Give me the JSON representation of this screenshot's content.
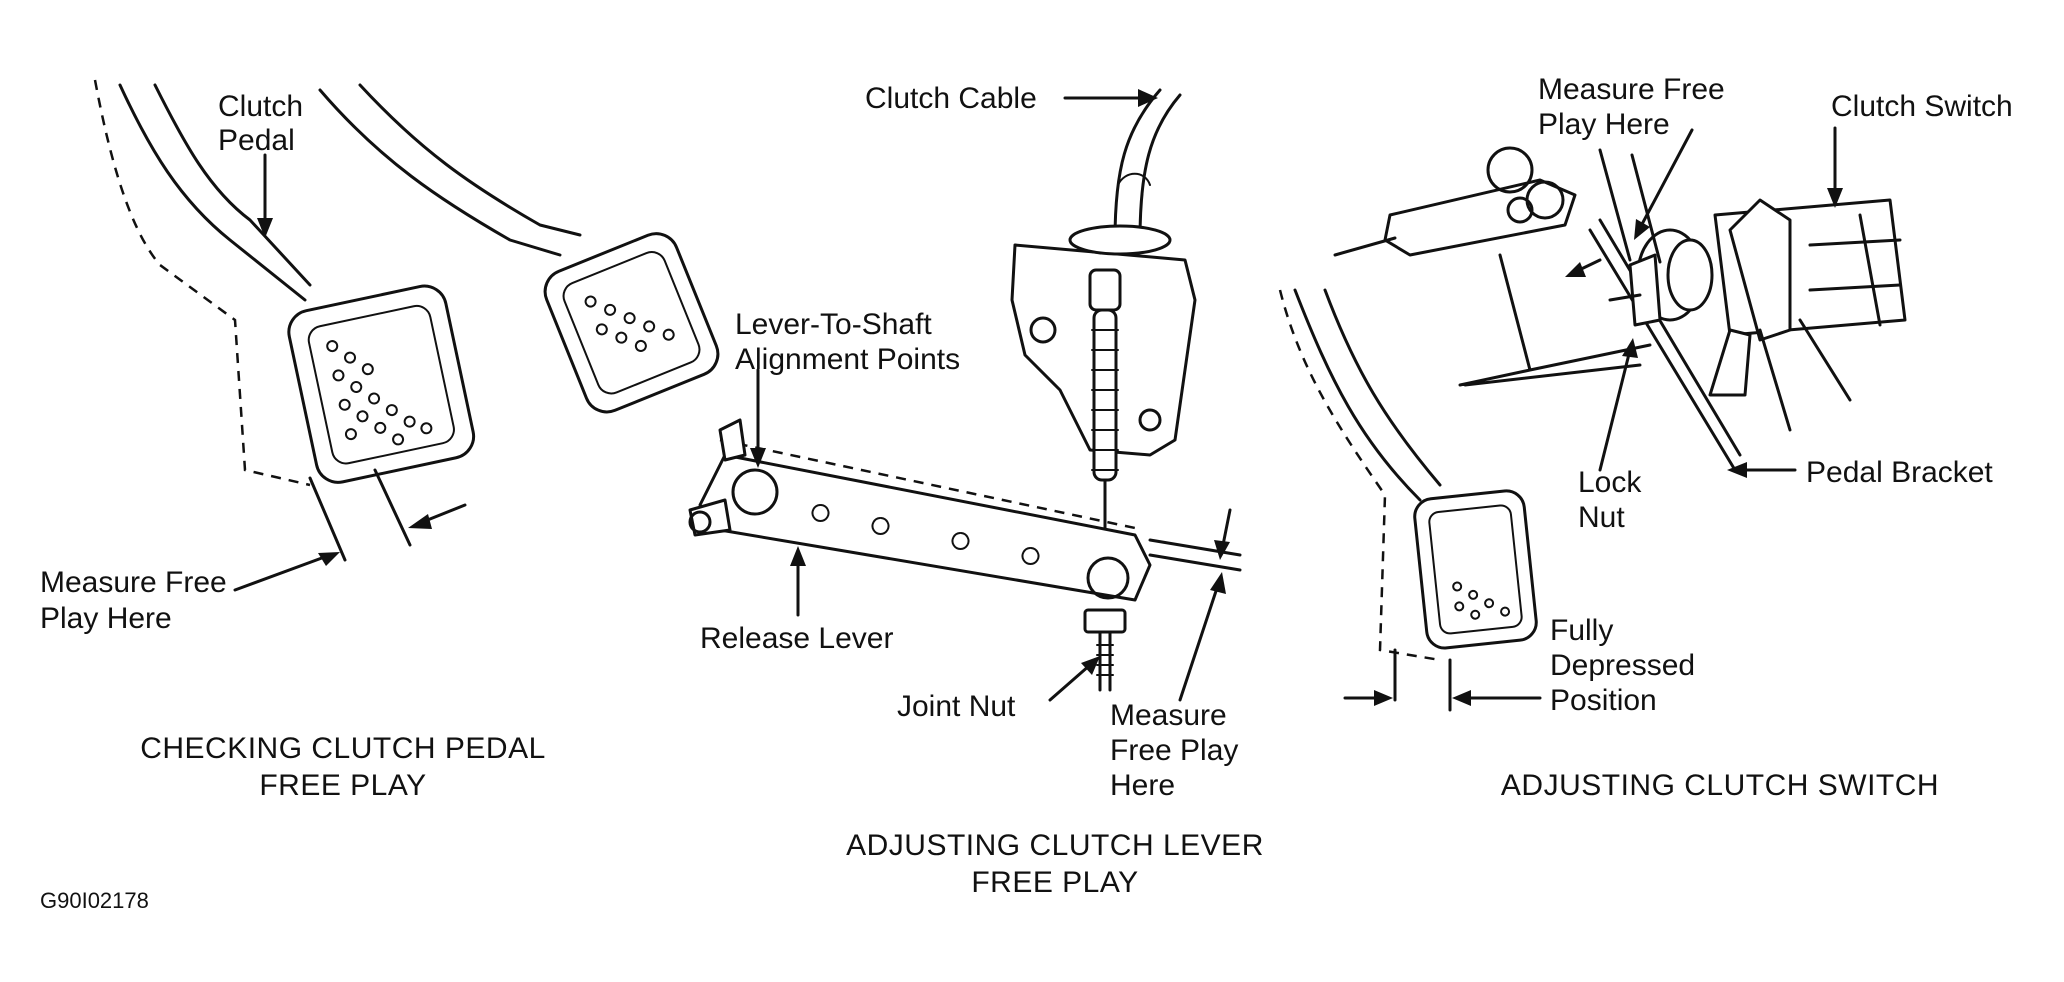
{
  "panels": {
    "left": {
      "caption_line1": "CHECKING CLUTCH PEDAL",
      "caption_line2": "FREE PLAY",
      "labels": {
        "clutch_pedal_line1": "Clutch",
        "clutch_pedal_line2": "Pedal",
        "measure_line1": "Measure Free",
        "measure_line2": "Play Here"
      }
    },
    "middle": {
      "caption_line1": "ADJUSTING CLUTCH LEVER",
      "caption_line2": "FREE PLAY",
      "labels": {
        "clutch_cable": "Clutch Cable",
        "alignment_line1": "Lever-To-Shaft",
        "alignment_line2": "Alignment Points",
        "release_lever": "Release Lever",
        "joint_nut": "Joint Nut",
        "measure_line1": "Measure",
        "measure_line2": "Free Play",
        "measure_line3": "Here"
      }
    },
    "right": {
      "caption": "ADJUSTING CLUTCH SWITCH",
      "labels": {
        "measure_line1": "Measure Free",
        "measure_line2": "Play Here",
        "clutch_switch": "Clutch Switch",
        "lock_nut_line1": "Lock",
        "lock_nut_line2": "Nut",
        "pedal_bracket": "Pedal Bracket",
        "depressed_line1": "Fully",
        "depressed_line2": "Depressed",
        "depressed_line3": "Position"
      }
    }
  },
  "figure_code": "G90I02178"
}
